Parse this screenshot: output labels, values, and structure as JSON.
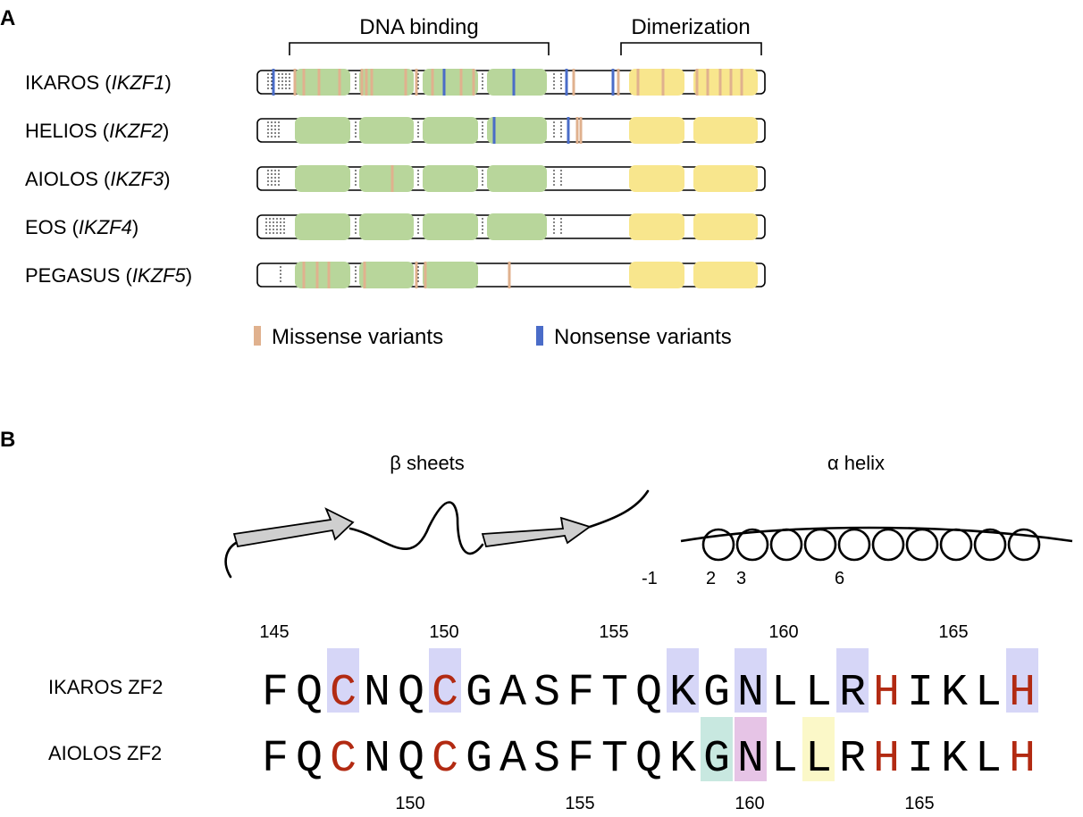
{
  "panel_a": {
    "label": "A",
    "domain_labels": {
      "dna_binding": "DNA binding",
      "dimerization": "Dimerization"
    },
    "rows": [
      {
        "name": "IKAROS (",
        "gene": "IKZF1",
        "close": ")"
      },
      {
        "name": "HELIOS (",
        "gene": "IKZF2",
        "close": ")"
      },
      {
        "name": "AIOLOS (",
        "gene": "IKZF3",
        "close": ")"
      },
      {
        "name": "EOS (",
        "gene": "IKZF4",
        "close": ")"
      },
      {
        "name": "PEGASUS (",
        "gene": "IKZF5",
        "close": ")"
      }
    ],
    "legend": {
      "missense": "Missense variants",
      "nonsense": "Nonsense variants"
    },
    "colors": {
      "dna_binding": "#b8d69b",
      "dimerization": "#f8e68d",
      "missense": "#e0b18e",
      "nonsense": "#4a6cc8"
    }
  },
  "panel_b": {
    "label": "B",
    "beta_label": "β sheets",
    "alpha_label": "α helix",
    "helix_positions": [
      "-1",
      "2",
      "3",
      "6"
    ],
    "top_numbers": [
      "145",
      "150",
      "155",
      "160",
      "165"
    ],
    "bottom_numbers": [
      "150",
      "155",
      "160",
      "165"
    ],
    "sequences": [
      {
        "name": "IKAROS ZF2",
        "residues": [
          "F",
          "Q",
          "C",
          "N",
          "Q",
          "C",
          "G",
          "A",
          "S",
          "F",
          "T",
          "Q",
          "K",
          "G",
          "N",
          "L",
          "L",
          "R",
          "H",
          "I",
          "K",
          "L",
          "H"
        ],
        "highlights": {
          "2": "#d6d6f7",
          "5": "#d6d6f7",
          "12": "#d6d6f7",
          "14": "#d6d6f7",
          "17": "#d6d6f7",
          "22": "#d6d6f7"
        },
        "red": [
          2,
          5,
          18,
          22
        ]
      },
      {
        "name": "AIOLOS ZF2",
        "residues": [
          "F",
          "Q",
          "C",
          "N",
          "Q",
          "C",
          "G",
          "A",
          "S",
          "F",
          "T",
          "Q",
          "K",
          "G",
          "N",
          "L",
          "L",
          "R",
          "H",
          "I",
          "K",
          "L",
          "H"
        ],
        "highlights": {
          "13": "#c8e8e0",
          "14": "#e6c4e6",
          "16": "#fbf8c8"
        },
        "red": [
          2,
          5,
          18,
          22
        ]
      }
    ],
    "residue_color": "#b22a12"
  }
}
